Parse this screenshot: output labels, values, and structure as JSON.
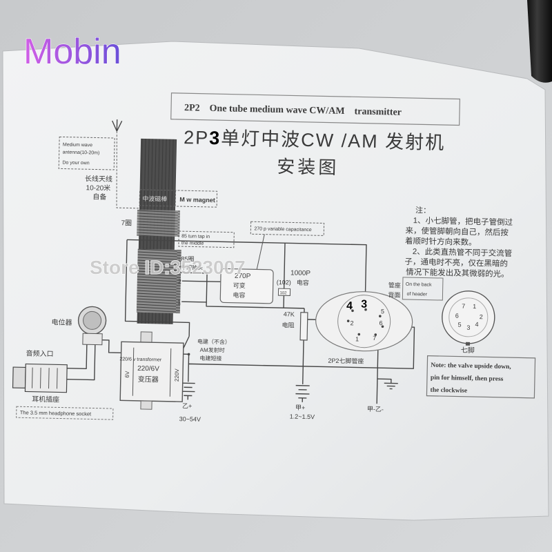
{
  "watermark": {
    "logo": "Mobin",
    "store": "Store ID:3523007",
    "logo_colors": [
      "#d25fe6",
      "#6a4fd8"
    ]
  },
  "header": {
    "box_title": "2P2    One tube medium wave CW/AM    transmitter",
    "title_prefix": "2P",
    "title_digit": "3",
    "title_rest": "单灯中波CW /AM 发射机",
    "subtitle": "安装图"
  },
  "antenna": {
    "box_lines": [
      "Medium wave",
      "antenna(10-20m)",
      "Do your own"
    ],
    "cn_lines": [
      "长线天线",
      "10-20米",
      "自备"
    ]
  },
  "magnet": {
    "cn": "中波磁棒",
    "en": "M w magnet"
  },
  "coil": {
    "small_turns": "7圈",
    "tap_note": [
      "85 turn tap in",
      "the middle"
    ],
    "tap_cn": [
      "85圈",
      "中间抽头"
    ],
    "terminals": [
      "2",
      "1"
    ]
  },
  "variable_cap": {
    "note": "270 p variable capacitance",
    "lines": [
      "270P",
      "可变",
      "电容"
    ]
  },
  "fixed_cap": {
    "value": "1000P",
    "code": "(102)",
    "label": "电容",
    "marking": "102"
  },
  "resistor": {
    "value": "47K",
    "label": "电阻"
  },
  "socket": {
    "label": "2P2七脚管座",
    "back_cn": [
      "管座",
      "背面"
    ],
    "back_note": [
      "On the back",
      "of header"
    ],
    "pins": [
      "4",
      "3",
      "5",
      "2",
      "6",
      "1",
      "7"
    ]
  },
  "pin_diagram": {
    "pins": [
      "7",
      "1",
      "6",
      "2",
      "5",
      "3",
      "4"
    ],
    "label": "七脚"
  },
  "notes_cn": [
    "注：",
    "1、小七脚管，把电子管倒过",
    "来，使管脚朝向自己，然后按",
    "着顺时针方向来数。",
    "2、此类直热管不同于交流管",
    "子，通电时不亮，仅在黑暗的",
    "情况下能发出及其微弱的光。"
  ],
  "note_box": [
    "Note: the valve upside down,",
    "pin for himself, then press",
    "the clockwise"
  ],
  "power": {
    "b_plus": "乙+",
    "b_voltage": "30~54V",
    "a_plus": "甲+",
    "a_voltage": "1.2~1.5V",
    "common_minus": "甲-乙-"
  },
  "key": {
    "lines": [
      "电建（不含）",
      "AM发射时",
      "电建短接"
    ]
  },
  "transformer": {
    "en": "220/6 v transformer",
    "ratio": "220/6V",
    "cn": "变压器",
    "secondary": "6V",
    "primary": "220V"
  },
  "potentiometer": {
    "label": "电位器"
  },
  "audio": {
    "input": "音频入口",
    "jack_cn": "耳机插座",
    "jack_en": "The 3.5 mm headphone socket"
  },
  "colors": {
    "ink": "#3a3a3a",
    "paper": "#eef0f1",
    "rod": "#4e4e4e",
    "table": "#cfd1d3"
  }
}
